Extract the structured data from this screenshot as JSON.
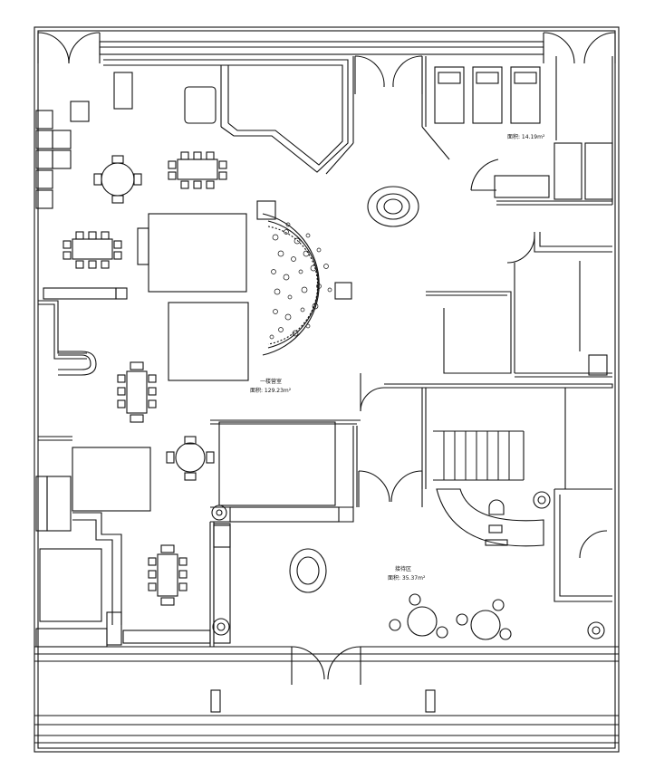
{
  "rooms": {
    "dining": {
      "name": "一楼营室",
      "area": "面积: 129.23m²"
    },
    "bedroom": {
      "area": "面积: 14.19m²"
    },
    "reception": {
      "name": "接待区",
      "area": "面积: 35.37m²"
    }
  },
  "colors": {
    "line": "#111111",
    "paper": "#ffffff"
  }
}
